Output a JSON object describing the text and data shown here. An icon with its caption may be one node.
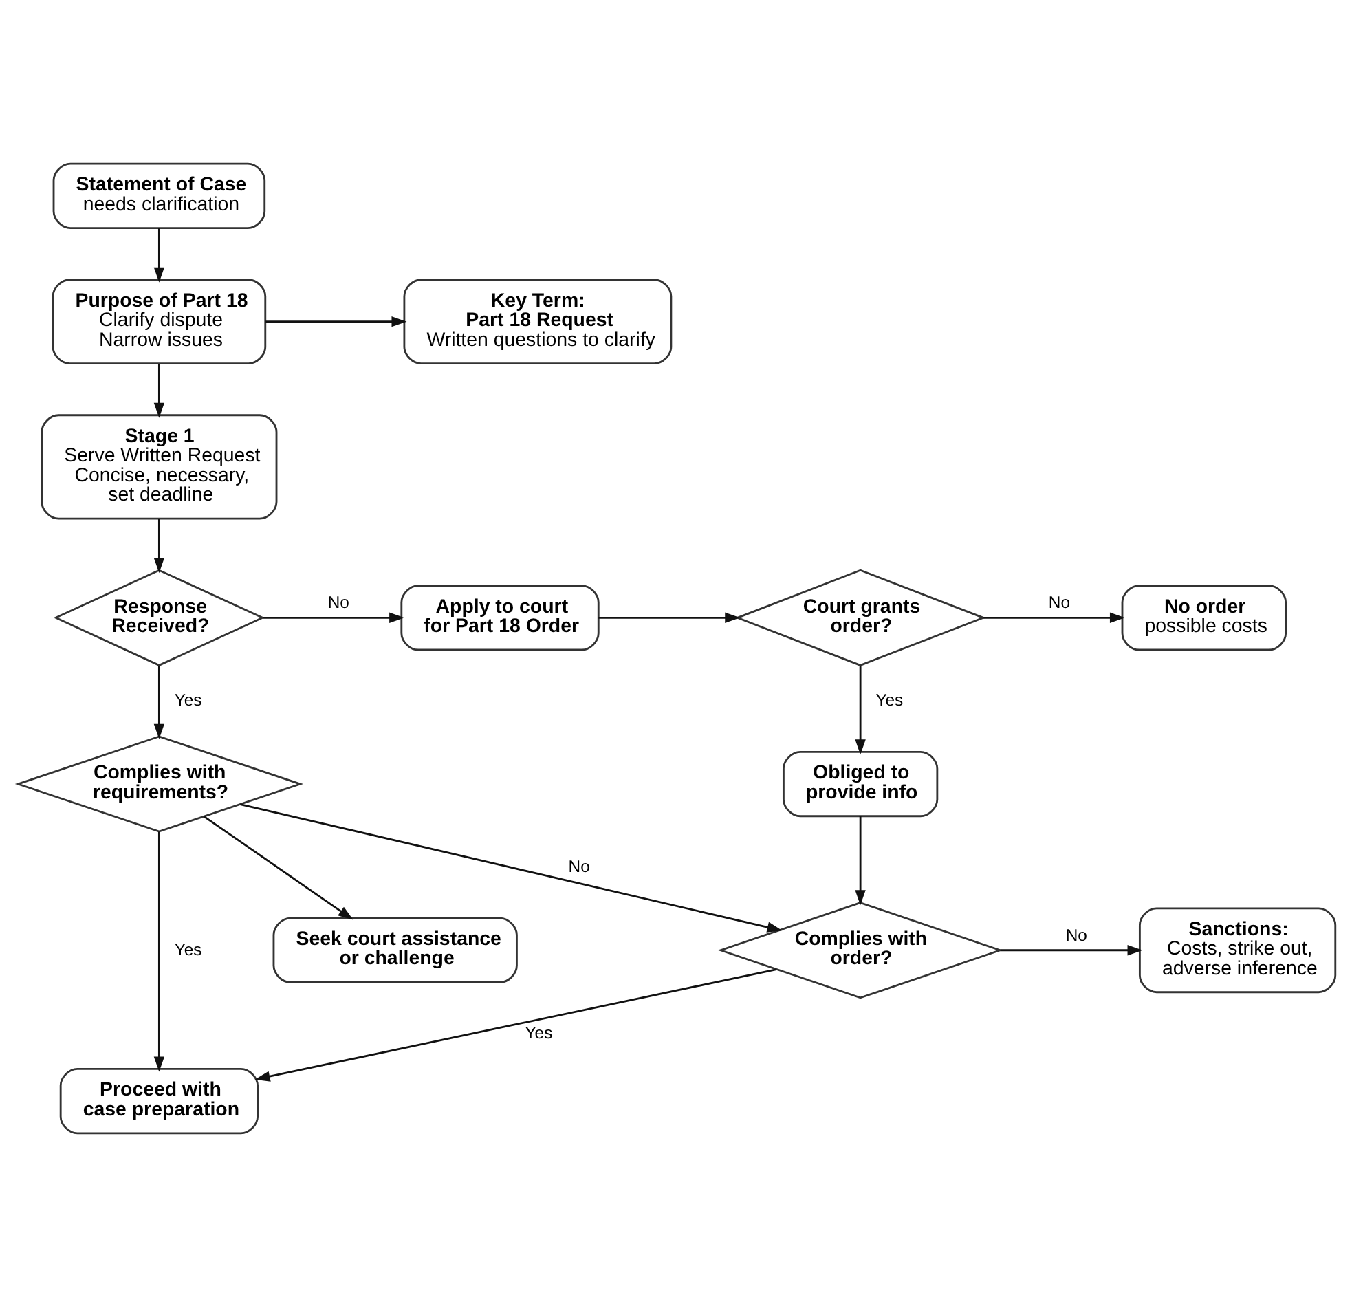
{
  "diagram": {
    "nodes": [
      {
        "text": [
          "Statement of Case",
          "needs clarification"
        ]
      },
      {
        "text": [
          "Purpose of Part 18",
          "Clarify dispute",
          "Narrow issues"
        ]
      },
      {
        "text": [
          "Key Term:",
          "Part 18 Request",
          "Written questions to clarify"
        ]
      },
      {
        "text": [
          "Stage 1",
          "Serve Written Request",
          "Concise, necessary, set deadline"
        ]
      },
      {
        "text": [
          "Response Received?"
        ]
      },
      {
        "text": [
          "Apply to court for Part 18 Order"
        ]
      },
      {
        "text": [
          "Court grants order?"
        ]
      },
      {
        "text": [
          "No order",
          "possible costs"
        ]
      },
      {
        "text": [
          "Obliged to provide info"
        ]
      },
      {
        "text": [
          "Complies with requirements?"
        ]
      },
      {
        "text": [
          "Seek court assistance or challenge"
        ]
      },
      {
        "text": [
          "Complies with order?"
        ]
      },
      {
        "text": [
          "Sanctions:",
          "Costs, strike out, adverse inference"
        ]
      },
      {
        "text": [
          "Proceed with case preparation"
        ]
      }
    ],
    "edges": [
      {
        "from": 0,
        "to": 1,
        "arrow": "to"
      },
      {
        "from": 1,
        "to": 2,
        "arrow": "to"
      },
      {
        "from": 1,
        "to": 3,
        "arrow": "to"
      },
      {
        "from": 3,
        "to": 4,
        "arrow": "to"
      },
      {
        "from": 4,
        "to": 5,
        "arrow": "to",
        "label": "No"
      },
      {
        "from": 5,
        "to": 6,
        "arrow": "to"
      },
      {
        "from": 6,
        "to": 7,
        "arrow": "to",
        "label": "No"
      },
      {
        "from": 4,
        "to": 9,
        "arrow": "to",
        "label": "Yes"
      },
      {
        "from": 6,
        "to": 8,
        "arrow": "to",
        "label": "Yes"
      },
      {
        "from": 9,
        "to": 13,
        "arrow": "to",
        "label": "Yes"
      },
      {
        "from": 9,
        "to": 10,
        "arrow": "to"
      },
      {
        "from": 9,
        "to": 11,
        "arrow": "to",
        "label": "No"
      },
      {
        "from": 8,
        "to": 11,
        "arrow": "to"
      },
      {
        "from": 11,
        "to": 12,
        "arrow": "to",
        "label": "No"
      },
      {
        "from": 11,
        "to": 13,
        "arrow": "to",
        "label": "Yes"
      }
    ]
  }
}
